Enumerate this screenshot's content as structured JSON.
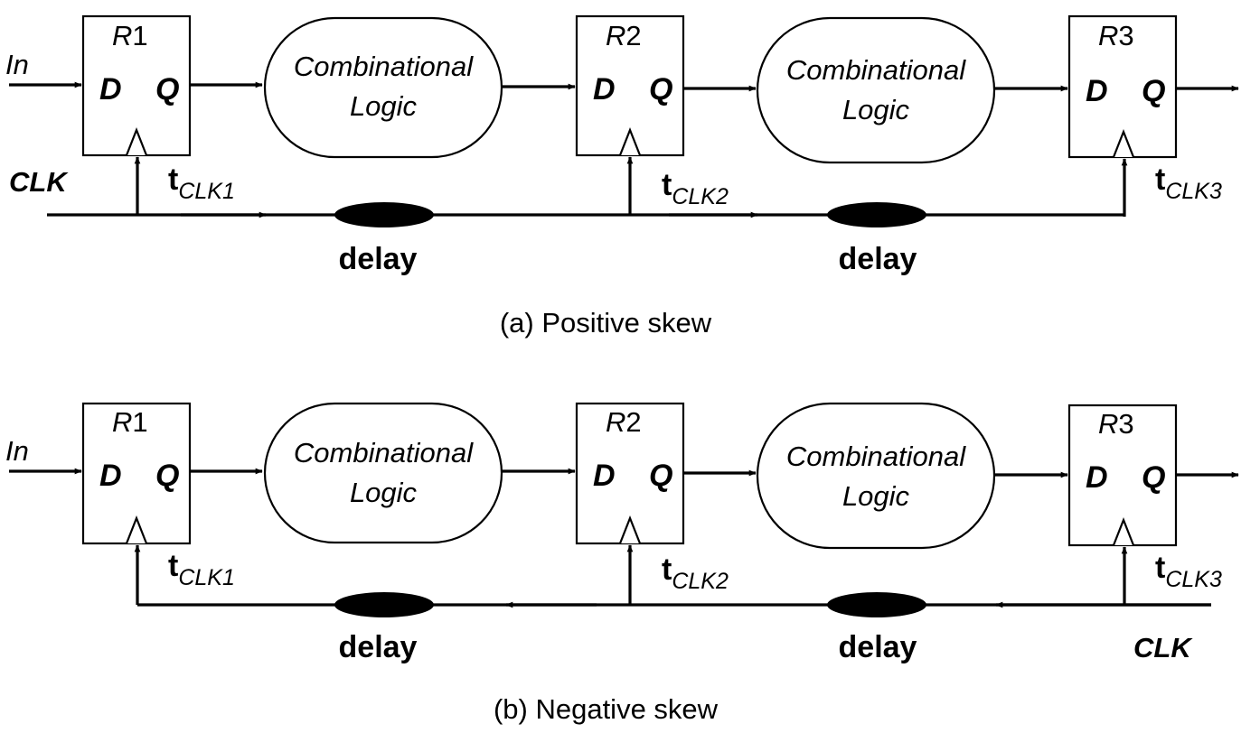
{
  "registers": [
    "R1",
    "R2",
    "R3"
  ],
  "ports": {
    "d": "D",
    "q": "Q"
  },
  "combinational_logic": {
    "line1": "Combinational",
    "line2": "Logic"
  },
  "input_label": "In",
  "clock_label": "CLK",
  "clock_taps": [
    {
      "t": "t",
      "sub": "CLK1"
    },
    {
      "t": "t",
      "sub": "CLK2"
    },
    {
      "t": "t",
      "sub": "CLK3"
    }
  ],
  "delay_label": "delay",
  "panels": [
    {
      "id": "a",
      "caption": "(a) Positive skew",
      "clock_direction": "left-to-right"
    },
    {
      "id": "b",
      "caption": "(b) Negative skew",
      "clock_direction": "right-to-left"
    }
  ]
}
